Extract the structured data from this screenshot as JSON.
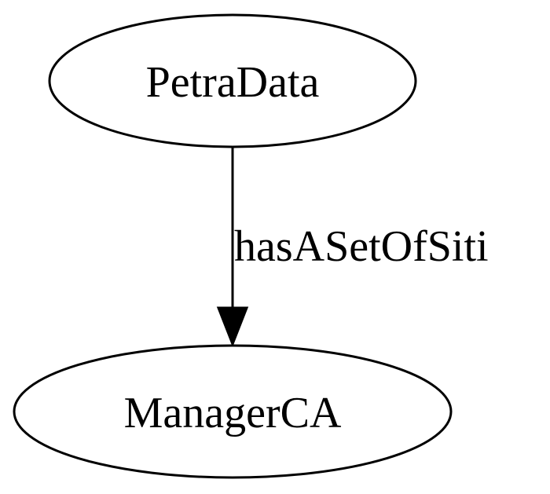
{
  "nodes": {
    "source": {
      "label": "PetraData"
    },
    "target": {
      "label": "ManagerCA"
    }
  },
  "edge": {
    "label": "hasASetOfSiti"
  },
  "colors": {
    "stroke": "#000000",
    "fill": "#ffffff",
    "text": "#000000"
  }
}
